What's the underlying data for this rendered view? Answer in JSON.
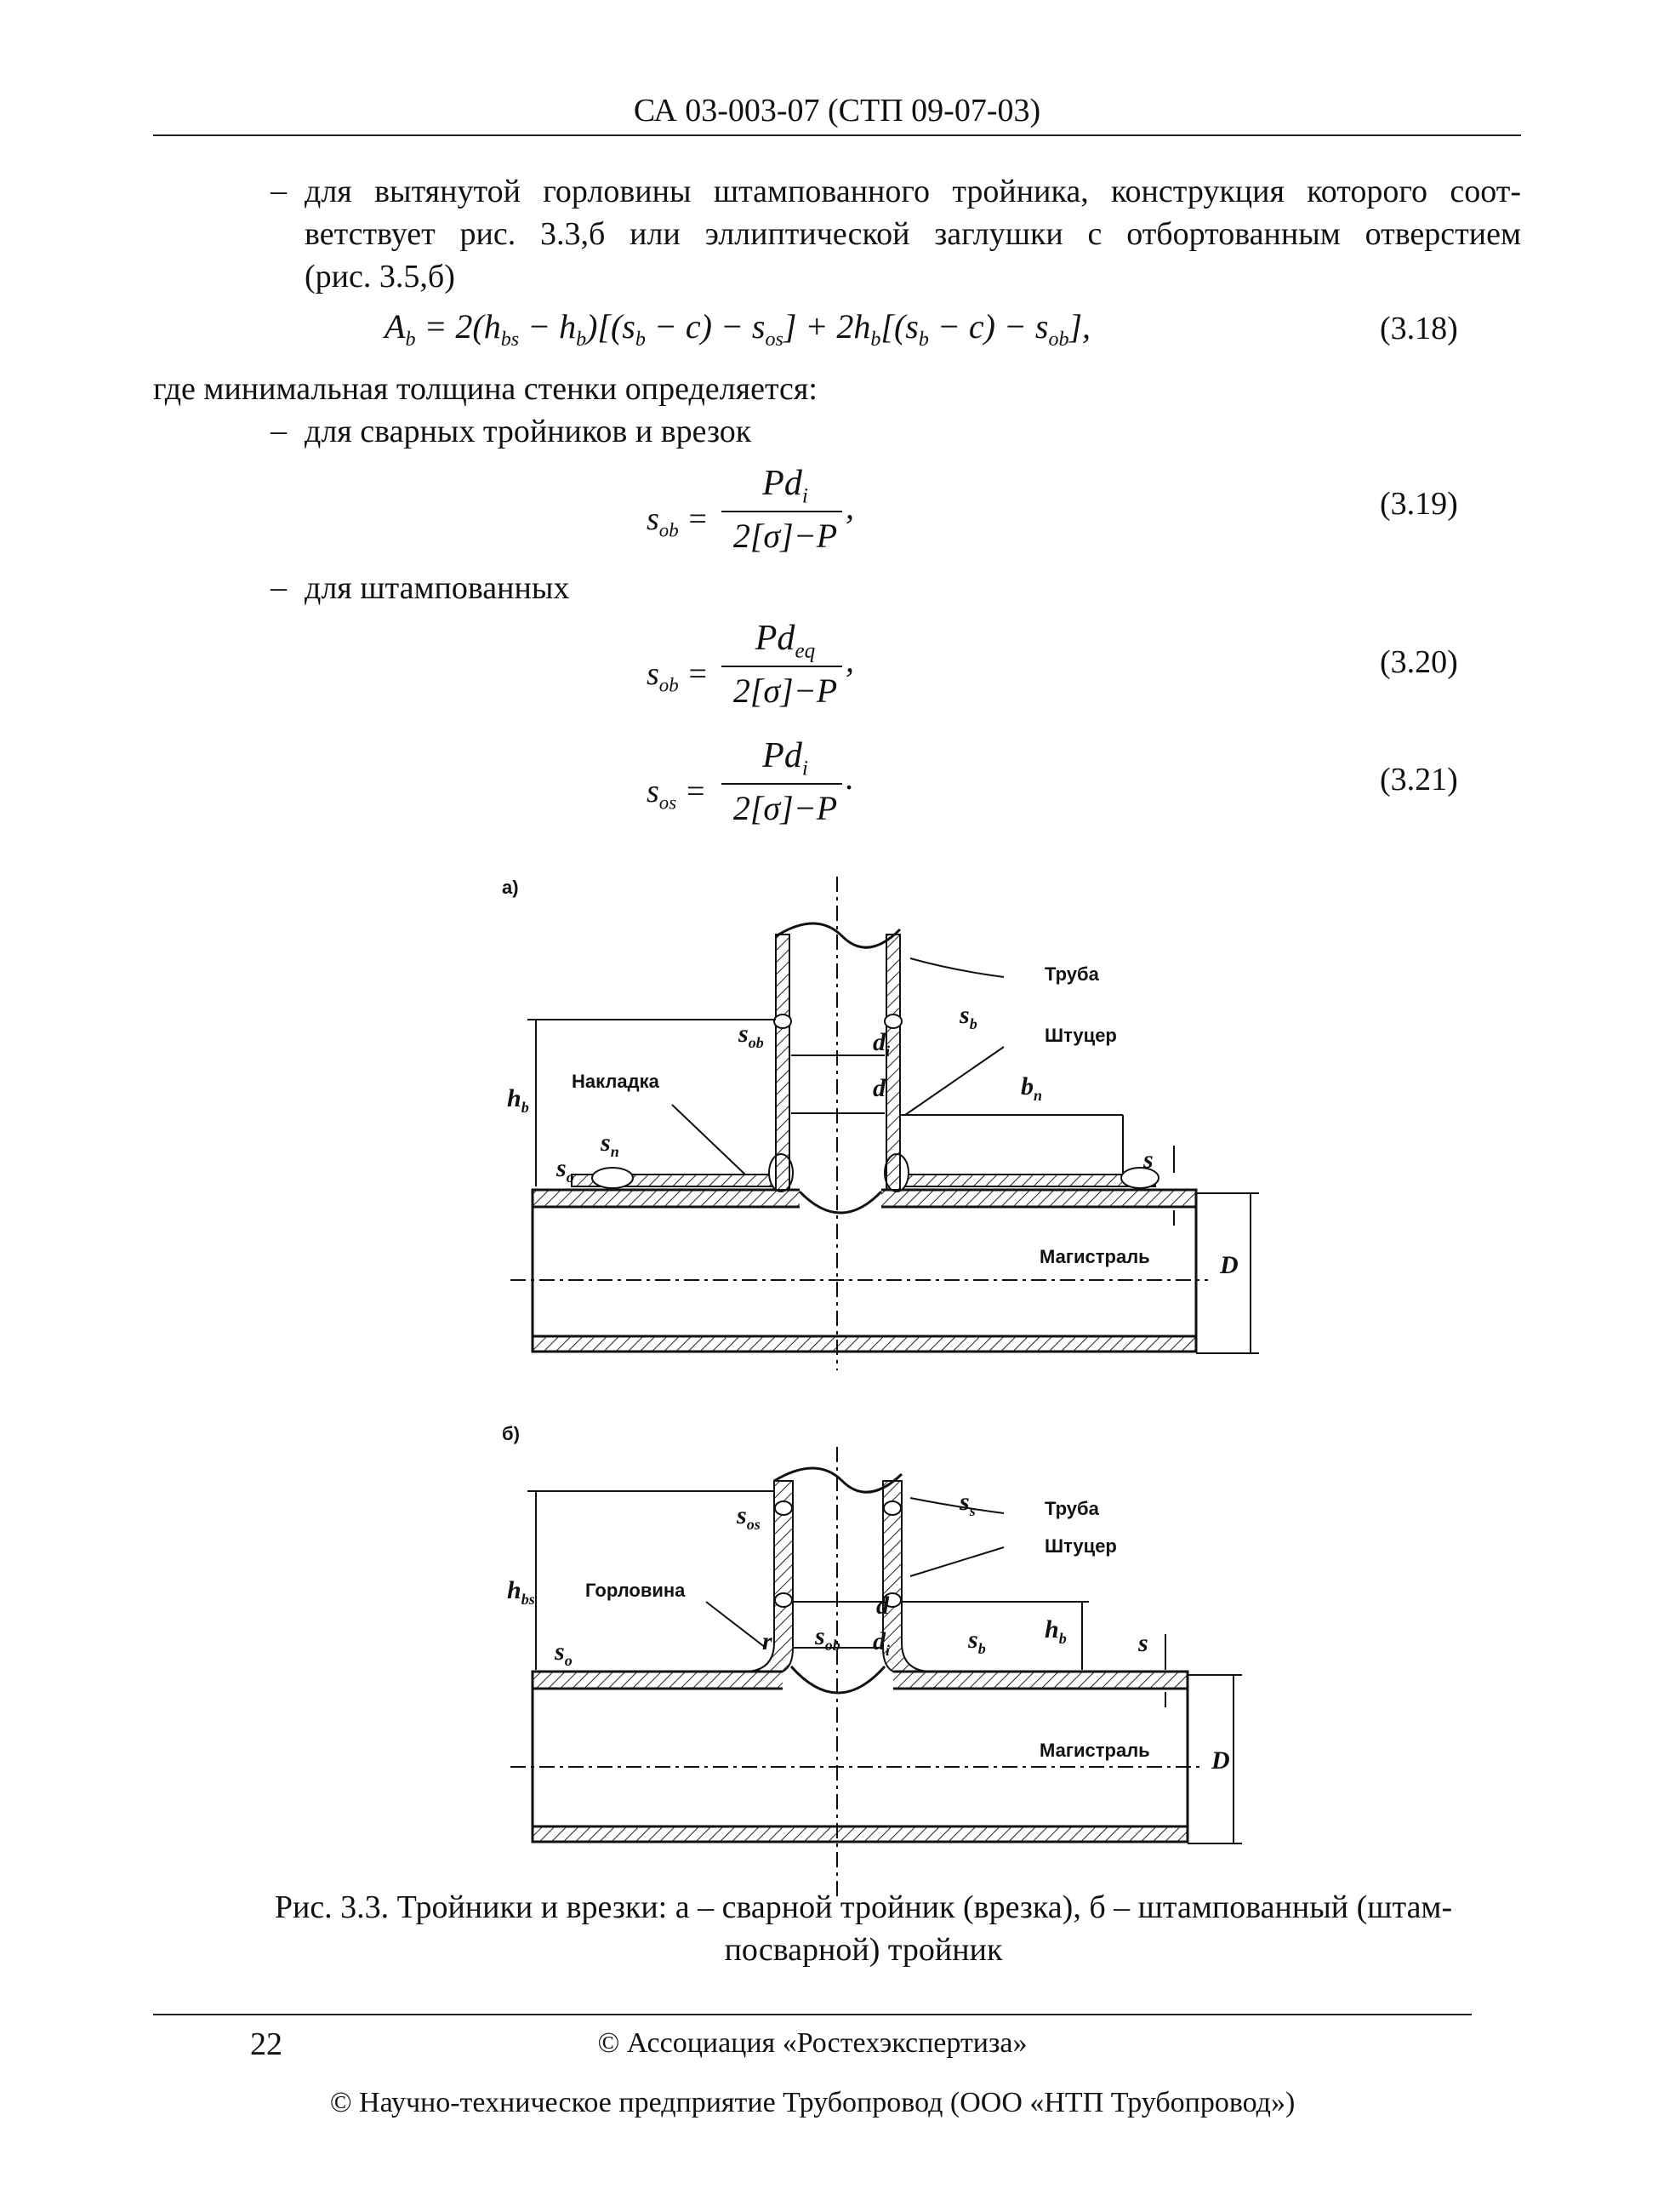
{
  "header": {
    "doc_code": "СА 03-003-07 (СТП 09-07-03)"
  },
  "body": {
    "bullet1_lines": [
      "для вытянутой горловины штампованного тройника, конструкция которого соот-",
      "ветствует рис. 3.3,б или эллиптической заглушки с отбортованным отверстием",
      "(рис. 3.5,б)"
    ],
    "eq_318_number": "(3.18)",
    "where_text": "где минимальная толщина стенки определяется:",
    "bullet2_text": "для сварных тройников и врезок",
    "eq_319_number": "(3.19)",
    "bullet3_text": "для штампованных",
    "eq_320_number": "(3.20)",
    "eq_321_number": "(3.21)"
  },
  "figure": {
    "label_a": "а)",
    "label_b": "б)",
    "a_labels": {
      "pipe": "Труба",
      "nozzle": "Штуцер",
      "pad": "Накладка",
      "main": "Магистраль"
    },
    "b_labels": {
      "pipe": "Труба",
      "nozzle": "Штуцер",
      "neck": "Горловина",
      "main": "Магистраль"
    },
    "caption_lines": [
      "Рис. 3.3. Тройники и врезки: а – сварной тройник (врезка), б – штампованный (штам-",
      "посварной) тройник"
    ]
  },
  "footer": {
    "page_number": "22",
    "association": "© Ассоциация «Ростехэкспертиза»",
    "company": "© Научно-техническое предприятие Трубопровод (ООО «НТП Трубопровод»)"
  }
}
